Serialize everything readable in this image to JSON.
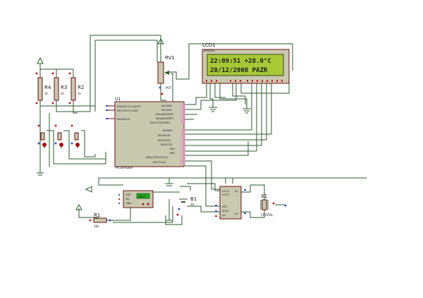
{
  "lcd": {
    "ref": "LCD1",
    "model": "LM016L",
    "line1": "22:09:51 +28.0°C",
    "line2": "20/12/2008  PAZR"
  },
  "pot": {
    "ref": "RV1",
    "label": "POT"
  },
  "mcu": {
    "ref": "U1",
    "part": "PIC16F628A",
    "left_pins": [
      "RA6/OSC2/CLKOUT",
      "RA7/OSC1/CLKIN",
      "RA5/MCLR"
    ],
    "right_pins_a": [
      "RA0/AN0",
      "RA1/AN1",
      "RA2/AN2/VREF",
      "RA3/AN3/CMP1",
      "RA4/T0CKI/CMP2"
    ],
    "right_pins_b": [
      "RB0/INT",
      "RB1/RX/DT",
      "RB2/TX/CK",
      "RB3/CCP1",
      "RB4",
      "RB5",
      "RB6/T1OSO/T1CKI",
      "RB7/T1OSI"
    ]
  },
  "resistors": [
    {
      "ref": "R4",
      "val": "1k"
    },
    {
      "ref": "R3",
      "val": "1k"
    },
    {
      "ref": "R2",
      "val": "1k"
    }
  ],
  "r1": {
    "ref": "R1",
    "val": "10k"
  },
  "battery": {
    "ref": "B1",
    "val": "3V"
  },
  "crystal": {
    "ref": "X1",
    "label": "CRYSTAL"
  },
  "rtc": {
    "pins_left": [
      "VCC1",
      "VCC2",
      "RST",
      "SCLK",
      "I/O"
    ],
    "pins_right": [
      "X1",
      "X2"
    ]
  },
  "sensor": {
    "pins": [
      "VDD",
      "DQ",
      "GND"
    ],
    "display": "28.0"
  }
}
